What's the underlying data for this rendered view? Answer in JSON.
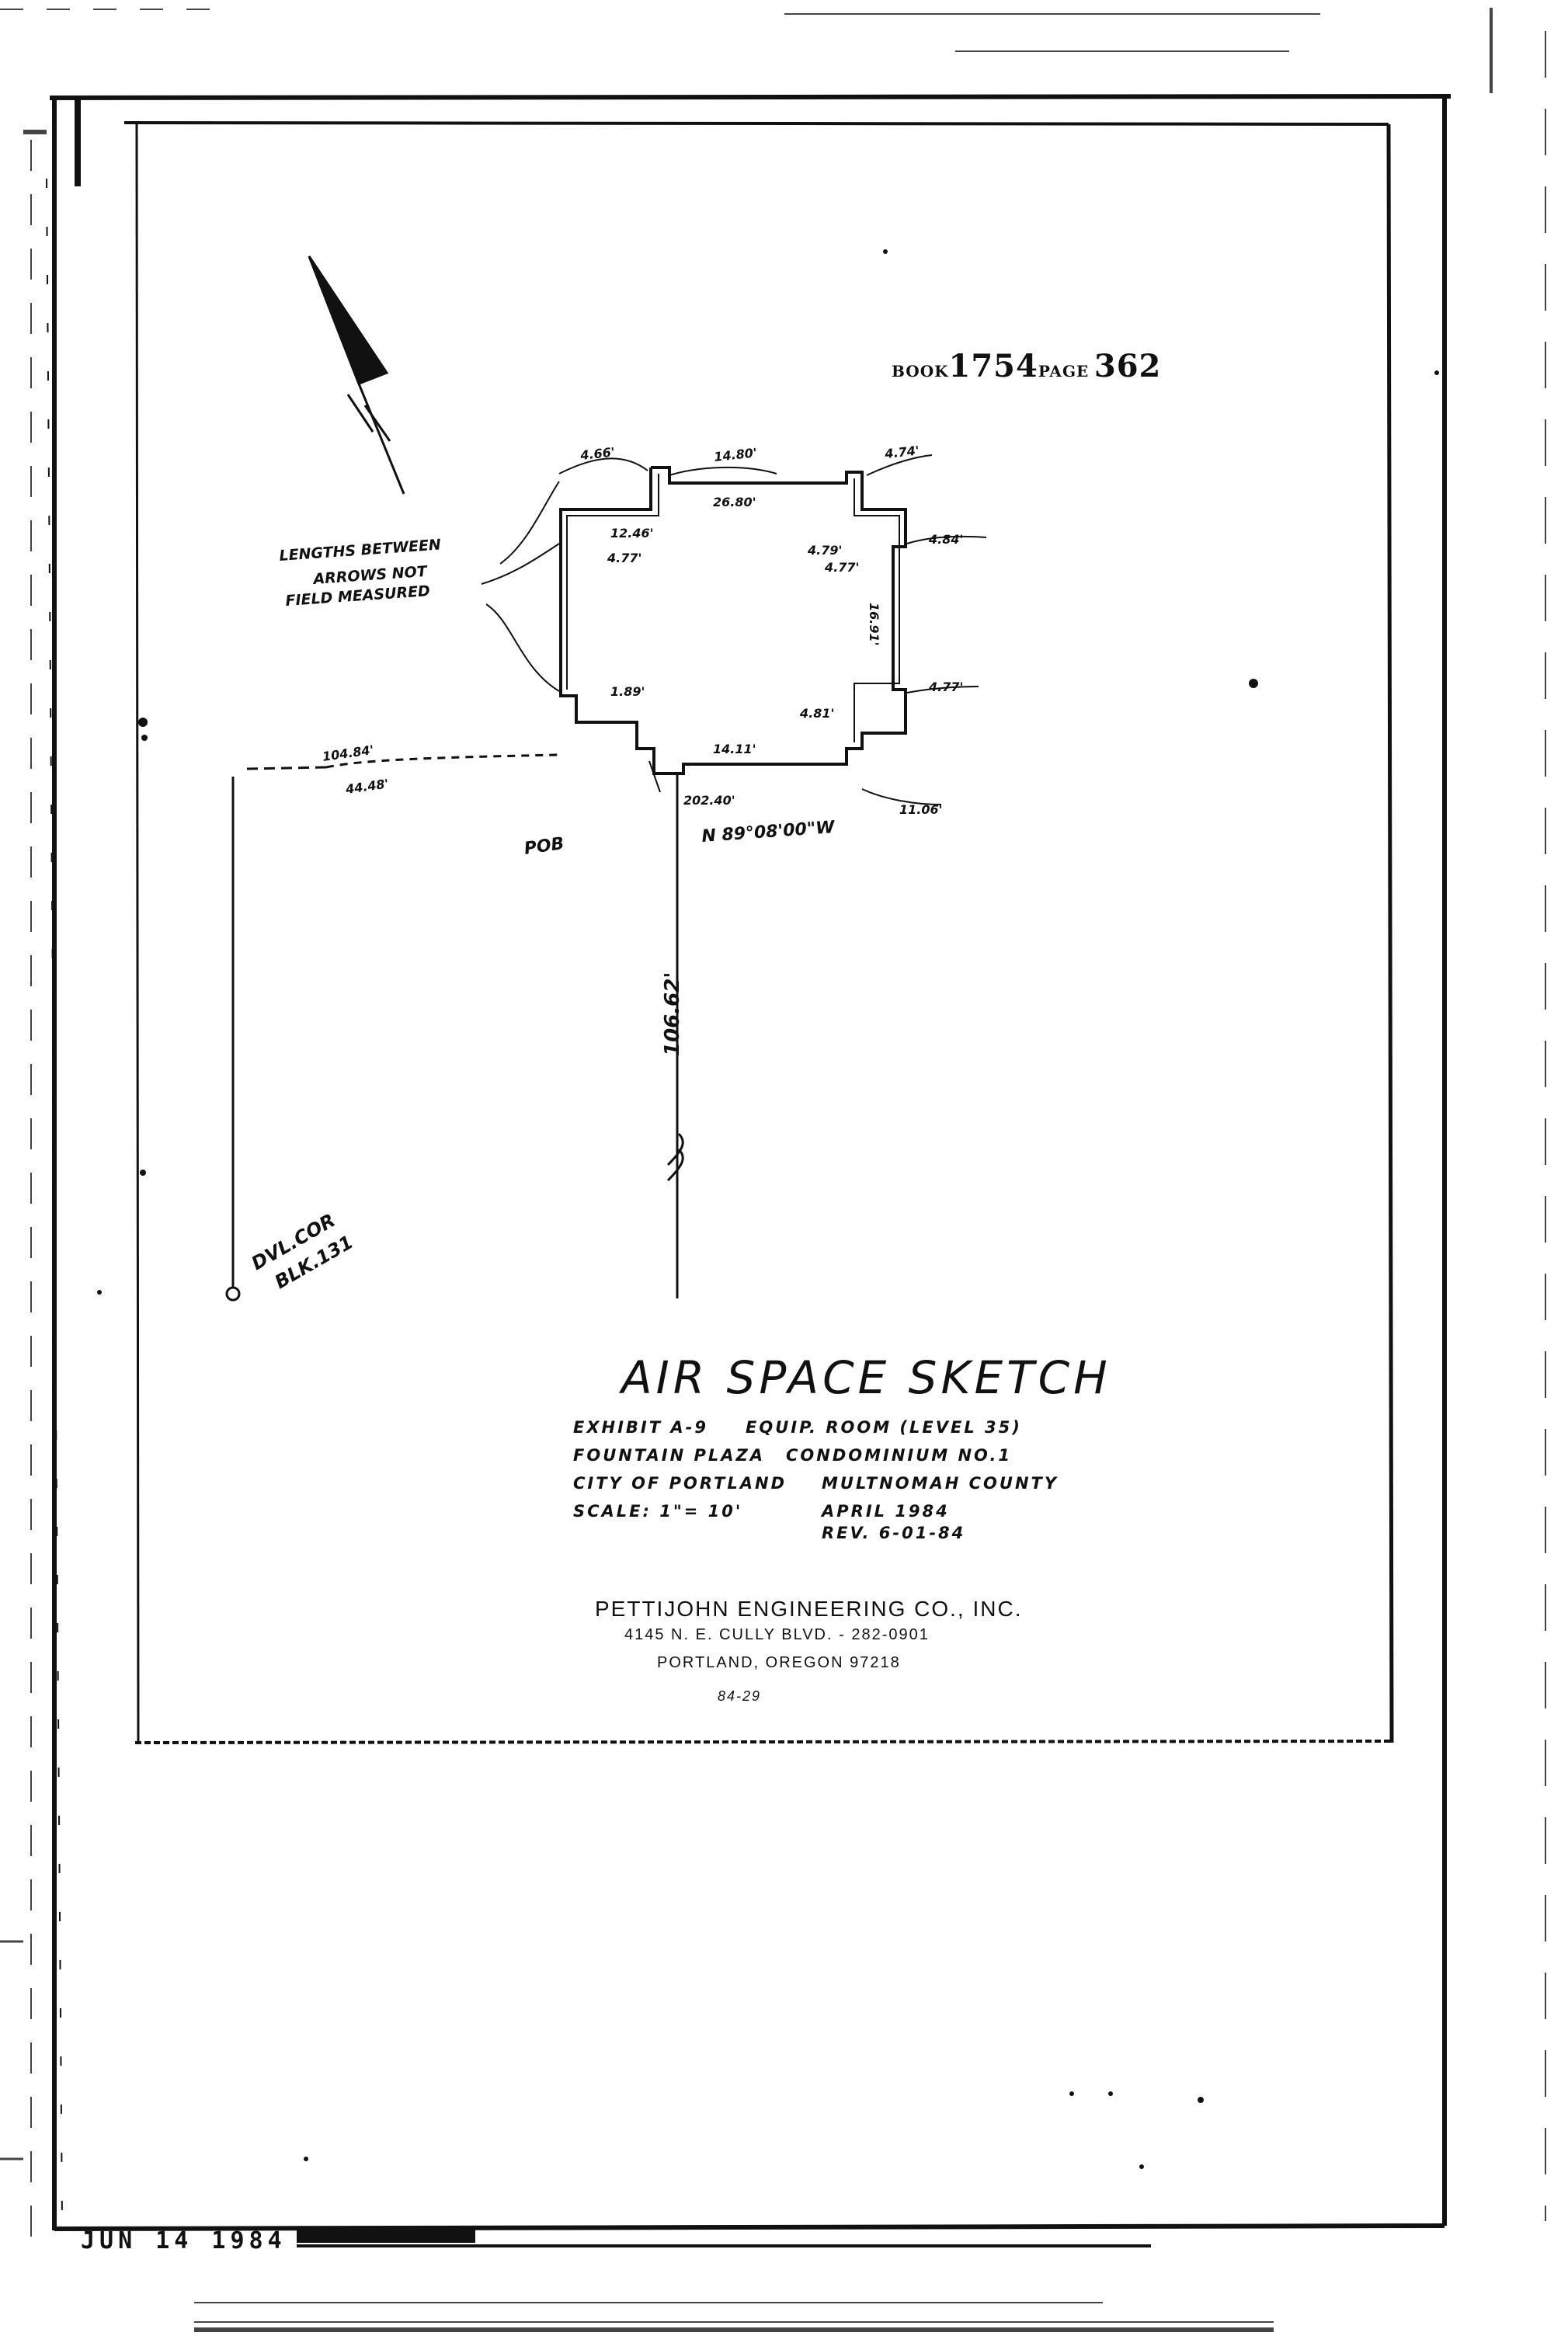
{
  "header": {
    "book_prefix": "BOOK",
    "book_number": "1754",
    "page_prefix": "PAGE",
    "page_number": "362"
  },
  "sketch": {
    "note_lines": [
      "LENGTHS BETWEEN",
      "ARROWS NOT",
      "FIELD MEASURED"
    ],
    "bearing": "N 89°08'00\"W",
    "pob_label": "POB",
    "distance_label": "106.62'",
    "corner_label_1": "DVL.COR",
    "corner_label_2": "BLK.131",
    "dims": {
      "top_left": "4.66'",
      "top_mid": "14.80'",
      "top_inner": "26.80'",
      "top_right": "4.74'",
      "left_inner": "12.46'",
      "left_low": "4.77'",
      "right_upper": "4.79'",
      "right_upper2": "4.77'",
      "right_far": "4.84'",
      "right_side": "16.91'",
      "right_low": "4.77'",
      "bottom_left": "1.89'",
      "bottom_mid": "14.11'",
      "bottom_inner": "202.40'",
      "bottom_right": "4.81'",
      "bottom_far": "11.06'",
      "left_tie_1": "104.84'",
      "left_tie_2": "44.48'"
    }
  },
  "title_block": {
    "title": "AIR SPACE SKETCH",
    "line1_left": "EXHIBIT A-9",
    "line1_right": "EQUIP. ROOM (LEVEL 35)",
    "line2_left": "FOUNTAIN PLAZA",
    "line2_right": "CONDOMINIUM NO.1",
    "line3_left": "CITY OF PORTLAND",
    "line3_right": "MULTNOMAH COUNTY",
    "line4_left": "SCALE: 1\"= 10'",
    "line4_right": "APRIL 1984",
    "line5_right": "REV. 6-01-84"
  },
  "firm": {
    "name": "PETTIJOHN ENGINEERING CO., INC.",
    "address": "4145 N. E. CULLY BLVD. - 282-0901",
    "city": "PORTLAND, OREGON  97218",
    "job": "84-29"
  },
  "stamp": {
    "date": "JUN 14 1984"
  }
}
